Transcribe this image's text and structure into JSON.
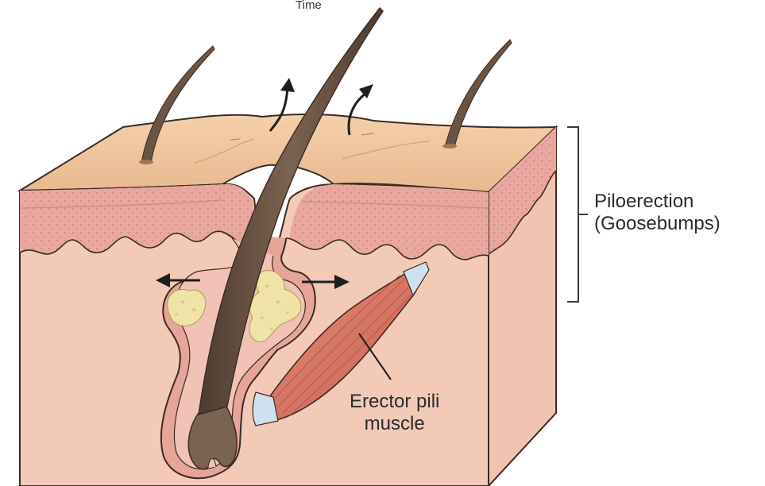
{
  "caption": {
    "top": "Time"
  },
  "labels": {
    "piloerection_line1": "Piloerection",
    "piloerection_line2": "(Goosebumps)",
    "muscle_line1": "Erector pili",
    "muscle_line2": "muscle"
  },
  "colors": {
    "surface": "#eec39c",
    "dermis_band": "#e9a89f",
    "skin_front": "#f3c9b8",
    "right_side": "#f1c4b1",
    "hair": "#6a5444",
    "sebaceous_gland": "#efe3a8",
    "muscle": "#d8786a",
    "tendon": "#cfe0ee",
    "outline": "#3b2a24"
  },
  "icons": {
    "arrows": [
      "curved-up-arrow-icon",
      "curved-up-arrow-icon",
      "left-arrow-icon",
      "right-arrow-icon"
    ],
    "bracket": "bracket-icon"
  }
}
